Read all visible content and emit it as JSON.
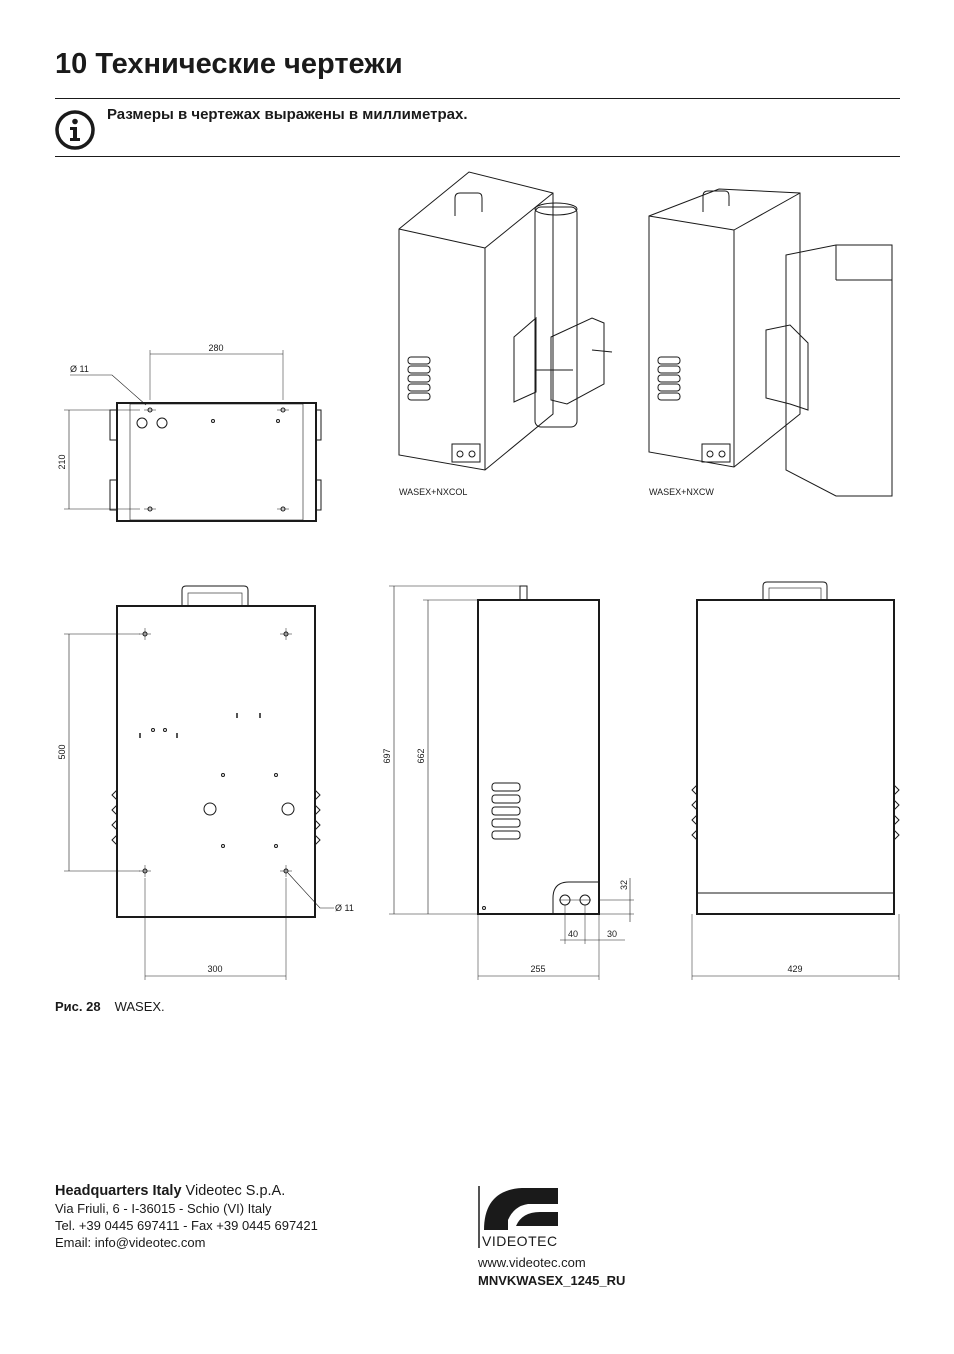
{
  "title": "10 Технические чертежи",
  "note": "Размеры в чертежах выражены в миллиметрах.",
  "drawings": {
    "labels": {
      "nxcol": "WASEX+NXCOL",
      "nxcw": "WASEX+NXCW"
    },
    "dims": {
      "d280": "280",
      "d210": "210",
      "hole_top": "Ø 11",
      "d500": "500",
      "d300": "300",
      "hole_bottom": "Ø 11",
      "d697": "697",
      "d662": "662",
      "d32": "32",
      "d40": "40",
      "d30": "30",
      "d255": "255",
      "d429": "429"
    }
  },
  "caption": {
    "fig": "Рис. 28",
    "text": "WASEX."
  },
  "footer": {
    "hq_bold": "Headquarters Italy",
    "hq_rest": " Videotec S.p.A.",
    "address": "Via Friuli, 6 - I-36015 - Schio (VI) Italy",
    "phone": "Tel. +39 0445 697411 - Fax +39 0445 697421",
    "email": "Email: info@videotec.com",
    "website": "www.videotec.com",
    "doc_code": "MNVKWASEX_1245_RU",
    "logo_text": "VIDEOTEC"
  }
}
